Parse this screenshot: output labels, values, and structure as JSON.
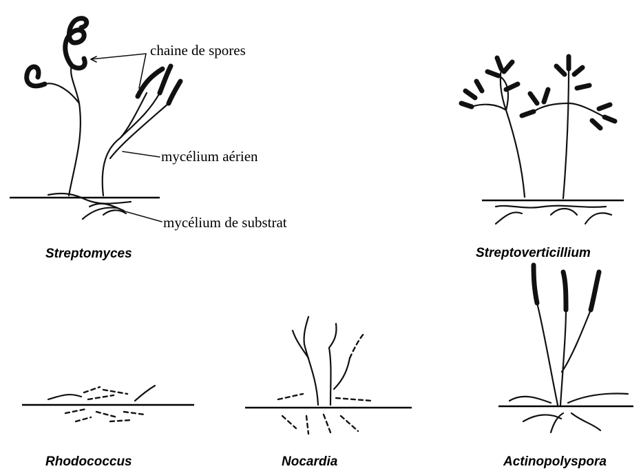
{
  "annotations": {
    "spore_chain": "chaine de spores",
    "aerial_mycelium": "mycélium aérien",
    "substrate_mycelium": "mycélium de substrat"
  },
  "genera": {
    "streptomyces": "Streptomyces",
    "streptoverticillium": "Streptoverticillium",
    "rhodococcus": "Rhodococcus",
    "nocardia": "Nocardia",
    "actinopolyspora": "Actinopolyspora"
  }
}
